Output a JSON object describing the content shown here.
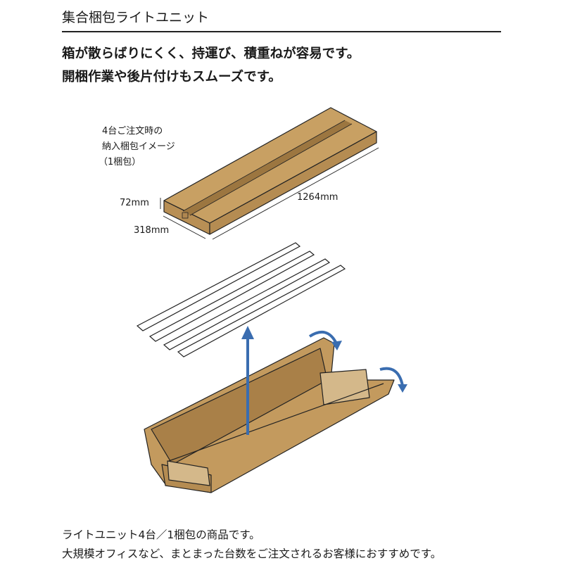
{
  "header": {
    "title": "集合梱包ライトユニット"
  },
  "lead": [
    "箱が散らばりにくく、持運び、積重ねが容易です。",
    "開梱作業や後片付けもスムーズです。"
  ],
  "figure": {
    "caption": [
      "4台ご注文時の",
      "納入梱包イメージ",
      "（1梱包）"
    ],
    "dimensions": {
      "height": "72mm",
      "width": "318mm",
      "length": "1264mm"
    },
    "colors": {
      "cardboard": "#c39a5e",
      "tape": "#9c7640",
      "arrow": "#3a6db0"
    }
  },
  "footer": [
    "ライトユニット4台／1梱包の商品です。",
    "大規模オフィスなど、まとまった台数をご注文されるお客様におすすめです。"
  ]
}
